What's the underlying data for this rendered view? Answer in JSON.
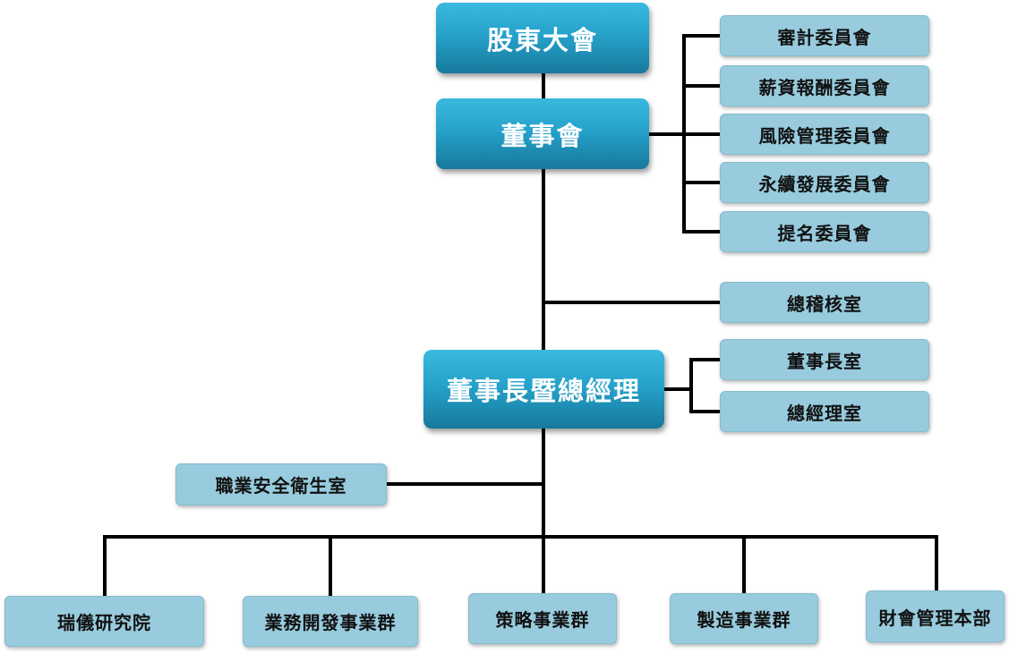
{
  "chart": {
    "shareholders": "股東大會",
    "board": "董事會",
    "committees": [
      "審計委員會",
      "薪資報酬委員會",
      "風險管理委員會",
      "永續發展委員會",
      "提名委員會"
    ],
    "audit_office": "總稽核室",
    "chairman_president": "董事長暨總經理",
    "chairman_office": "董事長室",
    "president_office": "總經理室",
    "safety_office": "職業安全衛生室",
    "divisions": [
      "瑞儀研究院",
      "業務開發事業群",
      "策略事業群",
      "製造事業群",
      "財會管理本部"
    ]
  }
}
